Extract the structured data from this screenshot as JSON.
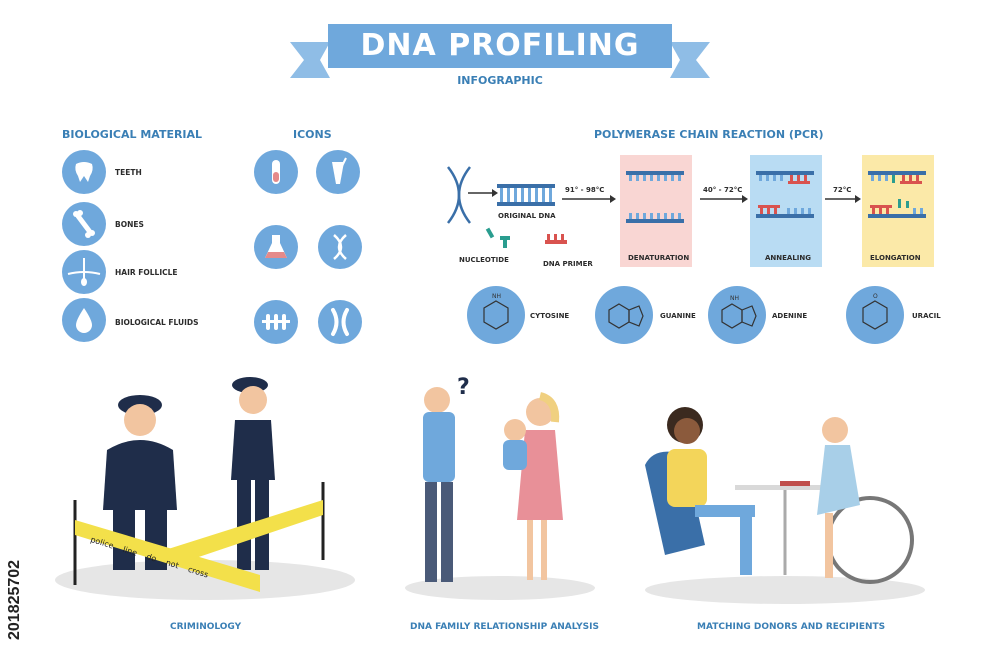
{
  "title": "DNA PROFILING",
  "subtitle": "INFOGRAPHIC",
  "biological": {
    "heading": "BIOLOGICAL MATERIAL",
    "items": [
      {
        "label": "TEETH",
        "icon": "tooth-icon"
      },
      {
        "label": "BONES",
        "icon": "bone-icon"
      },
      {
        "label": "HAIR FOLLICLE",
        "icon": "hair-follicle-icon"
      },
      {
        "label": "BIOLOGICAL FLUIDS",
        "icon": "drop-icon"
      }
    ]
  },
  "icons": {
    "heading": "ICONS",
    "items": [
      "test-tube-icon",
      "sample-tube-icon",
      "flask-icon",
      "dna-helix-icon",
      "test-tubes-rack-icon",
      "chromosome-icon"
    ]
  },
  "pcr": {
    "heading": "POLYMERASE CHAIN REACTION (PCR)",
    "original_dna": "ORIGINAL DNA",
    "temp1": "91° - 98°C",
    "temp2": "40° - 72°C",
    "temp3": "72°C",
    "nucleotide": "NUCLEOTIDE",
    "dna_primer": "DNA PRIMER",
    "denaturation": "DENATURATION",
    "annealing": "ANNEALING",
    "elongation": "ELONGATION",
    "bases": [
      "CYTOSINE",
      "GUANINE",
      "ADENINE",
      "URACIL"
    ]
  },
  "colors": {
    "accent": "#6fa8dc",
    "dark_blue": "#3a6fa8",
    "denaturation_bg": "#f9d6d3",
    "annealing_bg": "#b9dcf3",
    "elongation_bg": "#fbe9a8",
    "tape": "#f3e04a"
  },
  "scenes": {
    "criminology": "CRIMINOLOGY",
    "family": "DNA FAMILY RELATIONSHIP ANALYSIS",
    "donors": "MATCHING DONORS AND RECIPIENTS",
    "tape_words": [
      "police",
      "line",
      "do",
      "not",
      "cross"
    ]
  },
  "watermark": {
    "id": "201825702"
  }
}
